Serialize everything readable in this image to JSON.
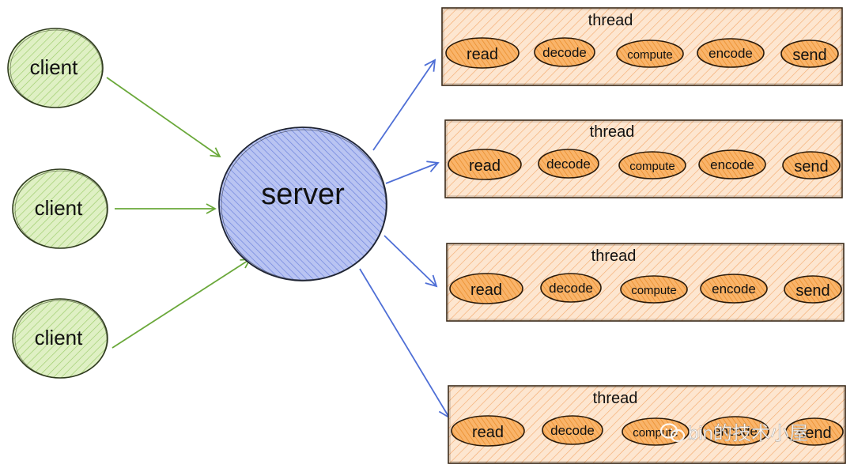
{
  "clients": [
    {
      "label": "client"
    },
    {
      "label": "client"
    },
    {
      "label": "client"
    }
  ],
  "server": {
    "label": "server"
  },
  "threads": [
    {
      "title": "thread",
      "steps": [
        "read",
        "decode",
        "compute",
        "encode",
        "send"
      ]
    },
    {
      "title": "thread",
      "steps": [
        "read",
        "decode",
        "compute",
        "encode",
        "send"
      ]
    },
    {
      "title": "thread",
      "steps": [
        "read",
        "decode",
        "compute",
        "encode",
        "send"
      ]
    },
    {
      "title": "thread",
      "steps": [
        "read",
        "decode",
        "compute",
        "encode",
        "send"
      ]
    }
  ],
  "watermark": {
    "text": "bin的技术小屋"
  },
  "colors": {
    "client_fill": "#d6ecb4",
    "client_stroke": "#2f3b1e",
    "client_arrow": "#6aa83a",
    "server_fill": "#a9b6ef",
    "server_stroke": "#1f2433",
    "server_arrow": "#4f6fd6",
    "thread_fill": "#fbd6b4",
    "thread_stroke": "#3a2a1a",
    "step_fill": "#f7a54a",
    "step_stroke": "#2a1a0a"
  },
  "icons": {
    "watermark": "wechat-icon"
  }
}
